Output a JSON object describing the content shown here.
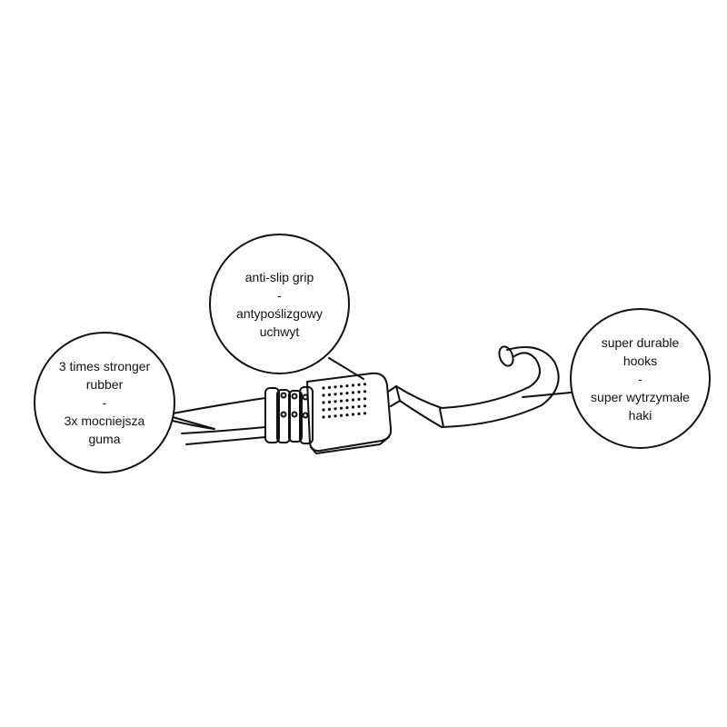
{
  "colors": {
    "stroke": "#111111",
    "background": "#ffffff"
  },
  "callouts": {
    "rubber": {
      "line1": "3 times stronger",
      "line2": "rubber",
      "sep": "-",
      "line3": "3x mocniejsza",
      "line4": "guma"
    },
    "grip": {
      "line1": "anti-slip grip",
      "sep": "-",
      "line2": "antypoślizgowy",
      "line3": "uchwyt"
    },
    "hooks": {
      "line1": "super durable",
      "line2": "hooks",
      "sep": "-",
      "line3": "super wytrzymałe",
      "line4": "haki"
    }
  }
}
